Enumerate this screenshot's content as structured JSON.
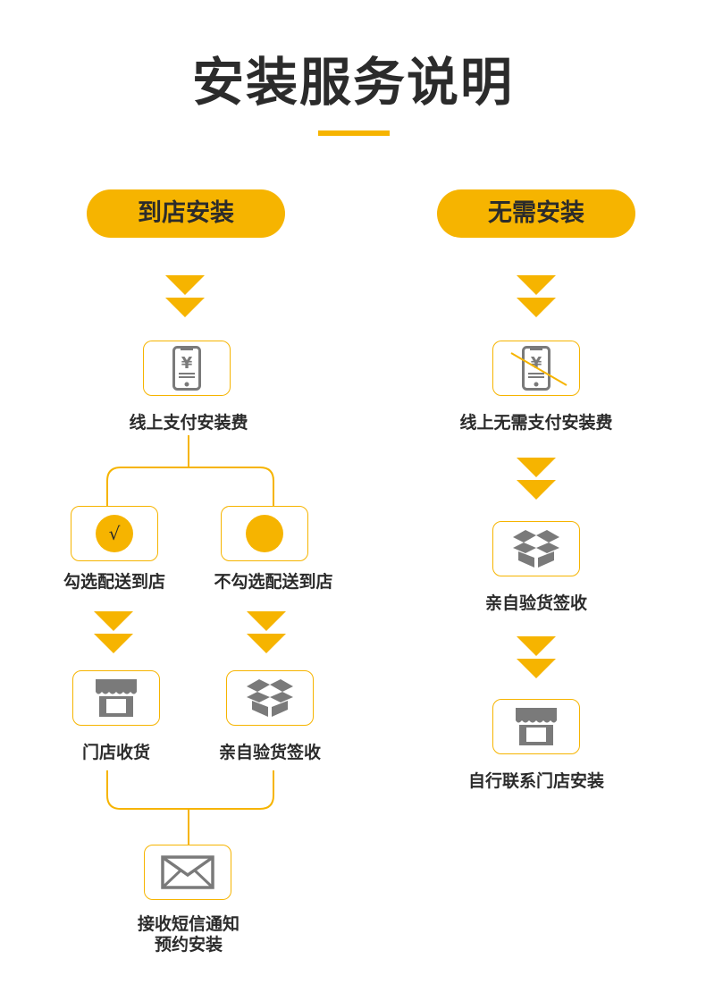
{
  "title": "安装服务说明",
  "colors": {
    "accent": "#f6b400",
    "icon_gray": "#7a7a7a",
    "text": "#2b2b2b"
  },
  "left_flow": {
    "header": "到店安装",
    "step_pay": {
      "label": "线上支付安装费",
      "icon": "phone-yuan-icon"
    },
    "branch_a": {
      "option_label": "勾选配送到店",
      "option_icon": "checked-circle-icon",
      "result_label": "门店收货",
      "result_icon": "storefront-icon"
    },
    "branch_b": {
      "option_label": "不勾选配送到店",
      "option_icon": "unchecked-circle-icon",
      "result_label": "亲自验货签收",
      "result_icon": "open-box-icon"
    },
    "final": {
      "label_line1": "接收短信通知",
      "label_line2": "预约安装",
      "icon": "envelope-icon"
    }
  },
  "right_flow": {
    "header": "无需安装",
    "step_pay": {
      "label": "线上无需支付安装费",
      "icon": "phone-yuan-crossed-icon"
    },
    "step_receive": {
      "label": "亲自验货签收",
      "icon": "open-box-icon"
    },
    "step_install": {
      "label": "自行联系门店安装",
      "icon": "storefront-icon"
    }
  },
  "check_mark": "√"
}
